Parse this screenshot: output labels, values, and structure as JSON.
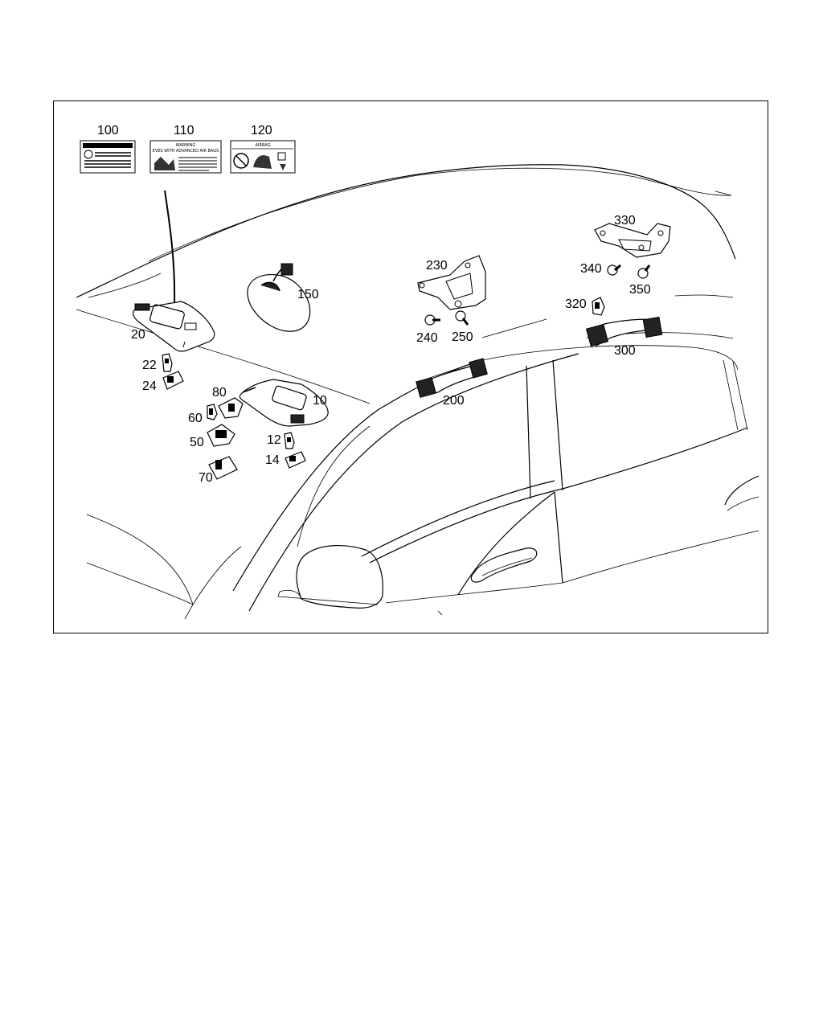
{
  "callouts": {
    "c10": "10",
    "c12": "12",
    "c14": "14",
    "c20": "20",
    "c22": "22",
    "c24": "24",
    "c50": "50",
    "c60": "60",
    "c70": "70",
    "c80": "80",
    "c100": "100",
    "c110": "110",
    "c120": "120",
    "c150": "150",
    "c200": "200",
    "c230": "230",
    "c240": "240",
    "c250": "250",
    "c300": "300",
    "c320": "320",
    "c330": "330",
    "c340": "340",
    "c350": "350"
  },
  "warning_labels": {
    "label_110_heading": "WARNING",
    "label_110_subheading": "EVES WITH ADVANCED AIR BAGS",
    "label_120_heading": "AIRBAG"
  }
}
